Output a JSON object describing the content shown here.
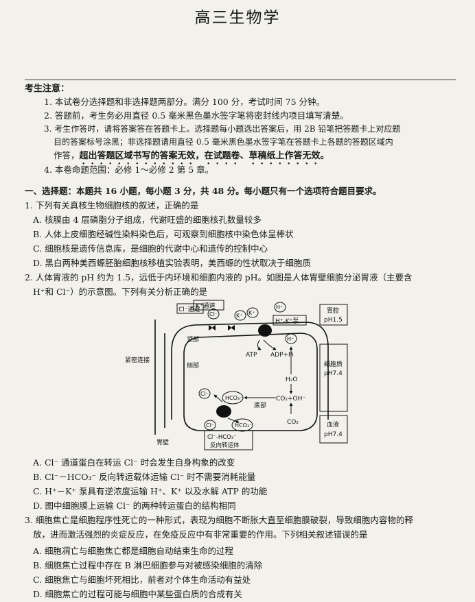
{
  "header": {
    "title": "高三生物学"
  },
  "notice": {
    "heading": "考生注意：",
    "item1": "1. 本试卷分选择题和非选择题两部分。满分 100 分，考试时间 75 分钟。",
    "item2": "2. 答题前，考生务必用直径 0.5 毫米黑色墨水签字笔将密封线内项目填写清楚。",
    "item3_l1": "3. 考生作答时，请将答案答在答题卡上。选择题每小题选出答案后，用 2B 铅笔把答题卡上对应题",
    "item3_l2": "目的答案标号涂黑；非选择题请用直径 0.5 毫米黑色墨水签字笔在答题卡上各题的答题区域内",
    "item3_l3a": "作答，",
    "item3_l3b": "超出答题区域书写的答案无效，在试题卷、草稿纸上作答无效。",
    "item4": "4. 本卷命题范围：必修 1～必修 2 第 5 章。"
  },
  "section1": {
    "heading_a": "一、选择题：本题共 16 小题，每小题 3 分，共 48 分。",
    "heading_b": "每小题只有一个选项符合题目要求。"
  },
  "q1": {
    "stem": "1. 下列有关真核生物细胞核的叙述，正确的是",
    "A": "A. 核膜由 4 层磷脂分子组成，代谢旺盛的细胞核孔数量较多",
    "B": "B. 人体上皮细胞经碱性染料染色后，可观察到细胞核中染色体呈棒状",
    "C": "C. 细胞核是遗传信息库，是细胞的代谢中心和遗传的控制中心",
    "D": "D. 黑白两种美西螈胚胎细胞核移植实验表明，美西螈的性状取决于细胞质"
  },
  "q2": {
    "stem_l1": "2. 人体胃液的 pH 约为 1.5，远低于内环境和细胞内液的 pH。如图是人体胃壁细胞分泌胃液（主要含",
    "stem_l2": "H⁺和 Cl⁻）的示意图。下列有关分析正确的是",
    "A": "A. Cl⁻ 通道蛋白在转运 Cl⁻ 时会发生自身构象的改变",
    "B": "B. Cl⁻－HCO₃⁻ 反向转运载体运输 Cl⁻ 时不需要消耗能量",
    "C": "C. H⁺－K⁺ 泵具有逆浓度运输 H⁺、K⁺ 以及水解 ATP 的功能",
    "D": "D. 图中细胞膜上运输 Cl⁻ 的两种转运蛋白的结构相同"
  },
  "diagram": {
    "cl_channel": "Cl⁻通道",
    "k_channel": "K⁺通道",
    "hk_pump": "H⁺-K⁺泵",
    "top": "顶部",
    "tight_junction": "紧密连接",
    "side": "侧部",
    "stomach_wall": "胃壁",
    "bottom": "底部",
    "atp": "ATP",
    "adp": "ADP+Pi",
    "h2o": "H₂O",
    "co2_oh": "CO₂+OH⁻",
    "co2": "CO₂",
    "hco3": "HCO₃⁻",
    "cl": "Cl⁻",
    "k": "K⁺",
    "h": "H⁺",
    "antiporter_l1": "Cl⁻-HCO₃⁻",
    "antiporter_l2": "反向转运体",
    "lumen": "胃腔",
    "lumen_ph": "pH1.5",
    "cytoplasm": "细胞质",
    "cytoplasm_ph": "pH7.4",
    "blood": "血液",
    "blood_ph": "pH7.4"
  },
  "q3": {
    "stem_l1": "3. 细胞焦亡是细胞程序性死亡的一种形式，表现为细胞不断胀大直至细胞膜破裂，导致细胞内容物的释",
    "stem_l2": "放，进而激活强烈的炎症反应，在免疫反应中有非常重要的作用。下列相关叙述错误的是",
    "A": "A. 细胞凋亡与细胞焦亡都是细胞自动结束生命的过程",
    "B": "B. 细胞焦亡过程中存在 B 淋巴细胞参与对被感染细胞的清除",
    "C": "C. 细胞焦亡与细胞坏死相比，前者对个体生命活动有益处",
    "D": "D. 细胞焦亡的过程可能与细胞中某些蛋白质的合成有关"
  }
}
